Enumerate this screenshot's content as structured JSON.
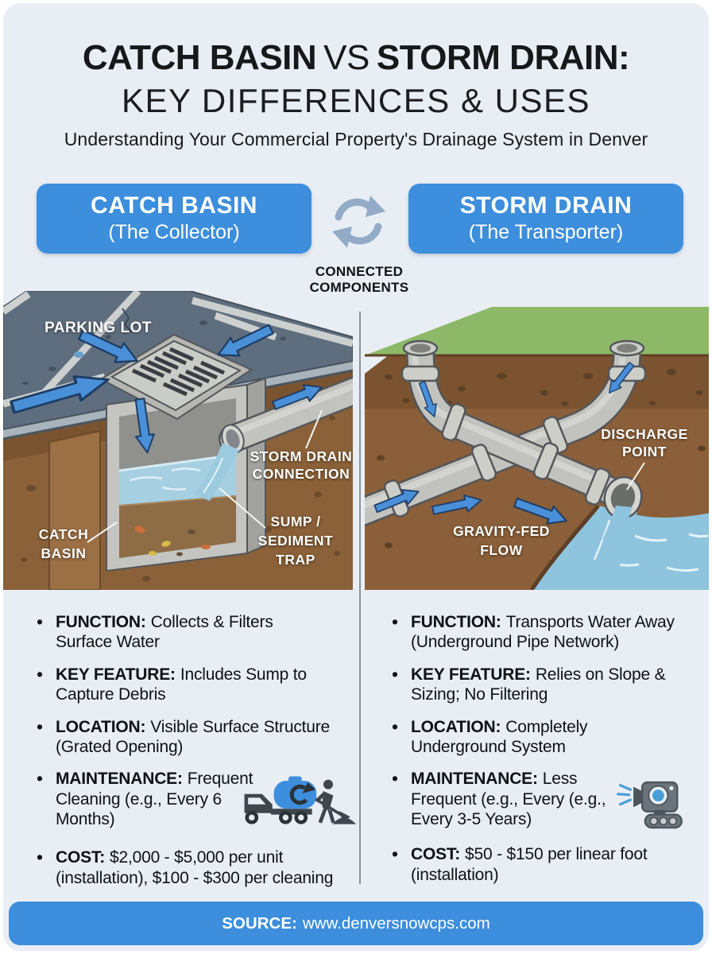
{
  "colors": {
    "accent": "#3d8edc",
    "background": "#e9eef5"
  },
  "header": {
    "title_part1": "CATCH BASIN",
    "title_separator": "VS",
    "title_part2": "STORM DRAIN:",
    "title_line2": "KEY DIFFERENCES & USES",
    "subtitle": "Understanding Your Commercial Property's Drainage System in Denver"
  },
  "comparison_cards": {
    "catch_basin": {
      "title": "CATCH BASIN",
      "subtitle": "(The Collector)"
    },
    "storm_drain": {
      "title": "STORM DRAIN",
      "subtitle": "(The Transporter)"
    },
    "connector_label_line1": "CONNECTED",
    "connector_label_line2": "COMPONENTS"
  },
  "diagram_catch_basin": {
    "labels": {
      "parking_lot": "PARKING LOT",
      "connection_line1": "STORM DRAIN",
      "connection_line2": "CONNECTION",
      "basin_line1": "CATCH",
      "basin_line2": "BASIN",
      "sump_line1": "SUMP /",
      "sump_line2": "SEDIMENT",
      "sump_line3": "TRAP"
    }
  },
  "diagram_storm_drain": {
    "labels": {
      "discharge_line1": "DISCHARGE",
      "discharge_line2": "POINT",
      "gravity_line1": "GRAVITY-FED",
      "gravity_line2": "FLOW"
    }
  },
  "details_left": {
    "items": [
      {
        "label": "FUNCTION:",
        "text": "Collects & Filters Surface Water"
      },
      {
        "label": "KEY FEATURE:",
        "text": "Includes Sump to Capture Debris"
      },
      {
        "label": "LOCATION:",
        "text": "Visible Surface Structure (Grated Opening)"
      },
      {
        "label": "MAINTENANCE:",
        "text": "Frequent Cleaning (e.g., Every 6 Months)"
      },
      {
        "label": "COST:",
        "text": "$2,000 - $5,000 per unit (installation), $100 - $300 per cleaning"
      }
    ]
  },
  "details_right": {
    "items": [
      {
        "label": "FUNCTION:",
        "text": "Transports Water Away (Underground Pipe Network)"
      },
      {
        "label": "KEY FEATURE:",
        "text": "Relies on Slope & Sizing; No Filtering"
      },
      {
        "label": "LOCATION:",
        "text": "Completely Underground System"
      },
      {
        "label": "MAINTENANCE:",
        "text": "Less Frequent (e.g., Every (e.g., Every 3-5 Years)"
      },
      {
        "label": "COST:",
        "text": "$50 - $150 per linear foot (installation)"
      }
    ]
  },
  "footer": {
    "label": "SOURCE:",
    "url": "www.denversnowcps.com"
  }
}
